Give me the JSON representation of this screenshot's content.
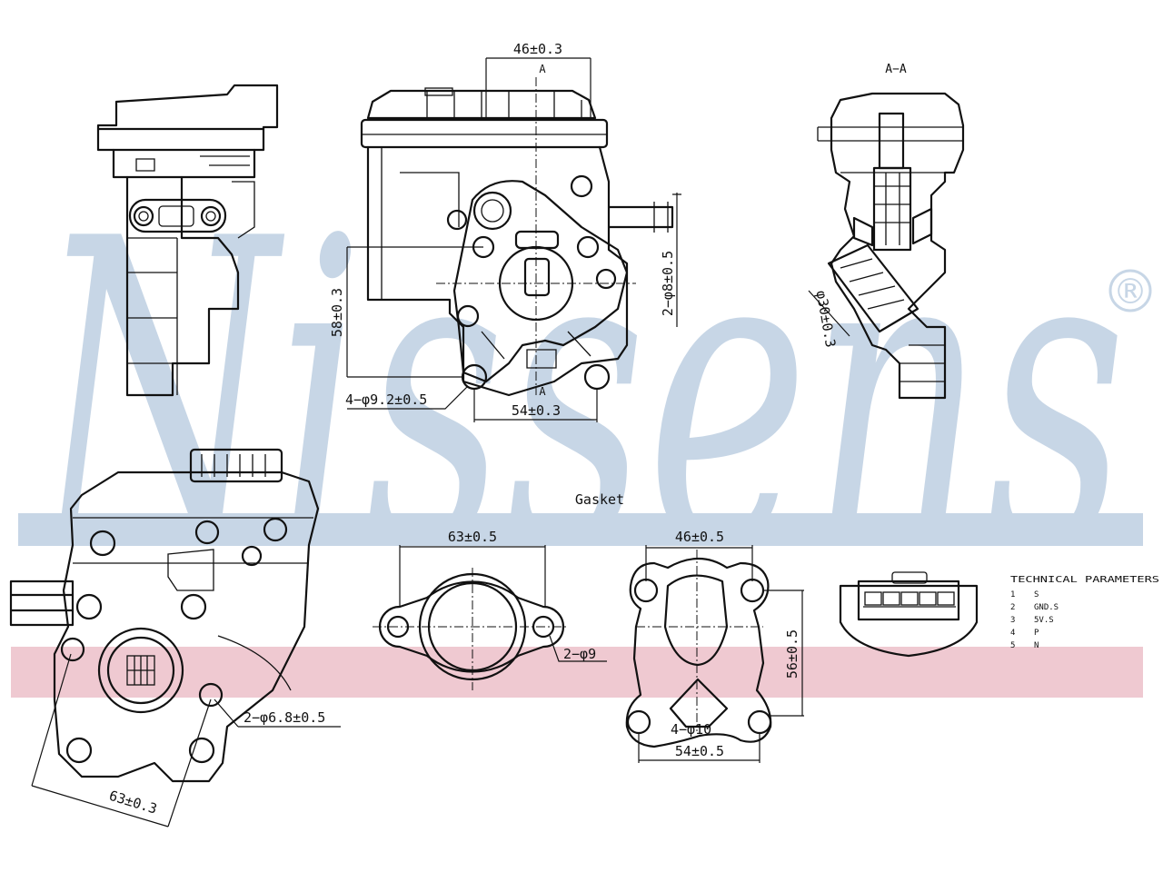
{
  "watermark": {
    "brand": "Nissens",
    "registered_mark": "®",
    "colors": {
      "brand_blue": "#c7d6e6",
      "brand_red": "#efc9d1",
      "line": "#111111"
    }
  },
  "top_views": {
    "front": {
      "dim_top": "46±0.3",
      "section_marker_top": "A",
      "section_marker_bottom": "A",
      "dim_height": "58±0.3",
      "dim_holes": "4−φ9.2±0.5",
      "dim_bottom": "54±0.3",
      "dim_side": "2−φ8±0.5"
    },
    "section": {
      "title": "A−A",
      "dim_angled": "φ30±0.3"
    }
  },
  "bottom_views": {
    "perspective": {
      "dim_holes": "2−φ6.8±0.5",
      "dim_bottom": "63±0.3"
    },
    "gasket": {
      "title": "Gasket",
      "dim_top": "63±0.5",
      "dim_holes": "2−φ9"
    },
    "flange": {
      "dim_top": "46±0.5",
      "dim_height": "56±0.5",
      "dim_holes": "4−φ10",
      "dim_bottom": "54±0.5"
    }
  },
  "technical_parameters": {
    "title": "TECHNICAL PARAMETERS",
    "rows": [
      {
        "num": "1",
        "value": "S"
      },
      {
        "num": "2",
        "value": "GND.S"
      },
      {
        "num": "3",
        "value": "5V.S"
      },
      {
        "num": "4",
        "value": "P"
      },
      {
        "num": "5",
        "value": "N"
      }
    ]
  }
}
